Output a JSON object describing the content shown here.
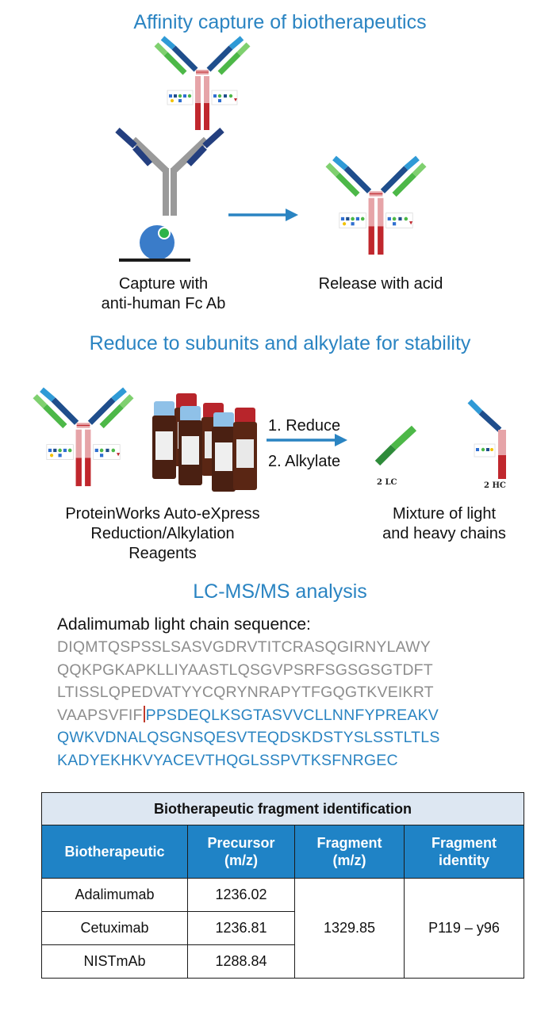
{
  "section1": {
    "title": "Affinity capture of biotherapeutics",
    "caption_capture": [
      "Capture with",
      "anti-human Fc Ab"
    ],
    "caption_release": "Release with acid"
  },
  "section2": {
    "title": "Reduce to subunits and alkylate for stability",
    "reagents_caption": [
      "ProteinWorks Auto-eXpress",
      "Reduction/Alkylation",
      "Reagents"
    ],
    "step1": "1. Reduce",
    "step2": "2. Alkylate",
    "lc_label": "2 LC",
    "hc_label": "2 HC",
    "mixture_caption": [
      "Mixture of light",
      "and heavy chains"
    ]
  },
  "section3": {
    "title": "LC-MS/MS analysis",
    "sequence_heading": "Adalimumab light chain sequence:",
    "sequence_lines": [
      {
        "grey": "DIQMTQSPSSLSASVGDRVTITCRASQGIRNYLAWY",
        "blue": ""
      },
      {
        "grey": "QQKPGKAPKLLIYAASTLQSGVPSRFSGSGSGTDFT",
        "blue": ""
      },
      {
        "grey": "LTISSLQPEDVATYYCQRYNRAPYTFGQGTKVEIKRT",
        "blue": ""
      },
      {
        "grey": "VAAPSVFIF",
        "blue": "PPSDEQLKSGTASVVCLLNNFYPREAKV",
        "cut": true
      },
      {
        "grey": "",
        "blue": "QWKVDNALQSGNSQESVTEQDSKDSTYSLSSTLTLS"
      },
      {
        "grey": "",
        "blue": "KADYEKHKVYACEVTHQGLSSPVTKSFNRGEC"
      }
    ]
  },
  "table": {
    "title": "Biotherapeutic fragment identification",
    "headers": {
      "col1": "Biotherapeutic",
      "col2": [
        "Precursor",
        "(m/z)"
      ],
      "col3": [
        "Fragment",
        "(m/z)"
      ],
      "col4": [
        "Fragment",
        "identity"
      ]
    },
    "rows": [
      {
        "name": "Adalimumab",
        "precursor": "1236.02"
      },
      {
        "name": "Cetuximab",
        "precursor": "1236.81"
      },
      {
        "name": "NISTmAb",
        "precursor": "1288.84"
      }
    ],
    "fragment_mz": "1329.85",
    "fragment_identity": "P119 – y96"
  },
  "colors": {
    "title_blue": "#2a84c2",
    "arrow_blue": "#2a84c2",
    "heavy_chain_dark_blue": "#1f4e8c",
    "heavy_chain_light_blue": "#2f9ad6",
    "light_chain_green": "#4db848",
    "light_chain_dark_green": "#2e8b3a",
    "fc_pink": "#e6a4a8",
    "fc_red": "#c0272d",
    "capture_ab_grey": "#9a9a9a",
    "capture_ab_navy": "#243f7f",
    "bead_blue": "#3a7cc9",
    "table_header_blue": "#1f83c6",
    "table_title_bg": "#dde7f2"
  }
}
